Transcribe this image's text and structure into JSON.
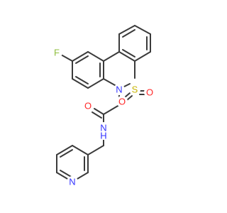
{
  "molecule": {
    "atoms": [
      {
        "id": "F",
        "label": "F",
        "color": "#8fbf3f"
      },
      {
        "id": "N1",
        "label": "N",
        "color": "#3333ff"
      },
      {
        "id": "S",
        "label": "S",
        "color": "#c8b400"
      },
      {
        "id": "O1",
        "label": "O",
        "color": "#ff2a2a"
      },
      {
        "id": "O2",
        "label": "O",
        "color": "#ff2a2a"
      },
      {
        "id": "O3",
        "label": "O",
        "color": "#ff2a2a"
      },
      {
        "id": "NH",
        "label": "N",
        "color": "#3333ff"
      },
      {
        "id": "H",
        "label": "H",
        "color": "#3333ff"
      },
      {
        "id": "N3",
        "label": "N",
        "color": "#3333ff"
      }
    ],
    "bond_color": "#3a3a3a"
  }
}
